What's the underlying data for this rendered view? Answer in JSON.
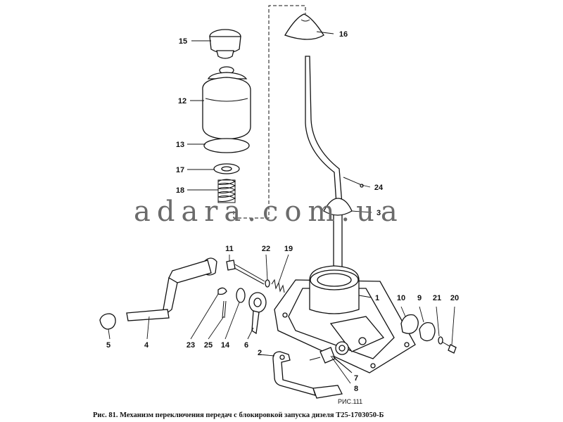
{
  "callouts": [
    "1",
    "2",
    "3",
    "4",
    "5",
    "6",
    "7",
    "8",
    "9",
    "10",
    "11",
    "12",
    "13",
    "14",
    "15",
    "16",
    "17",
    "18",
    "19",
    "20",
    "21",
    "22",
    "23",
    "24",
    "25"
  ],
  "watermark": "adara.com.ua",
  "reference_label": "РИС.111",
  "caption": "Рис. 81. Механизм переключения передач с блокировкой запуска дизеля Т25-1703050-Б",
  "colors": {
    "ink": "#111111",
    "watermark": "#6b6b6b",
    "background": "#ffffff"
  }
}
